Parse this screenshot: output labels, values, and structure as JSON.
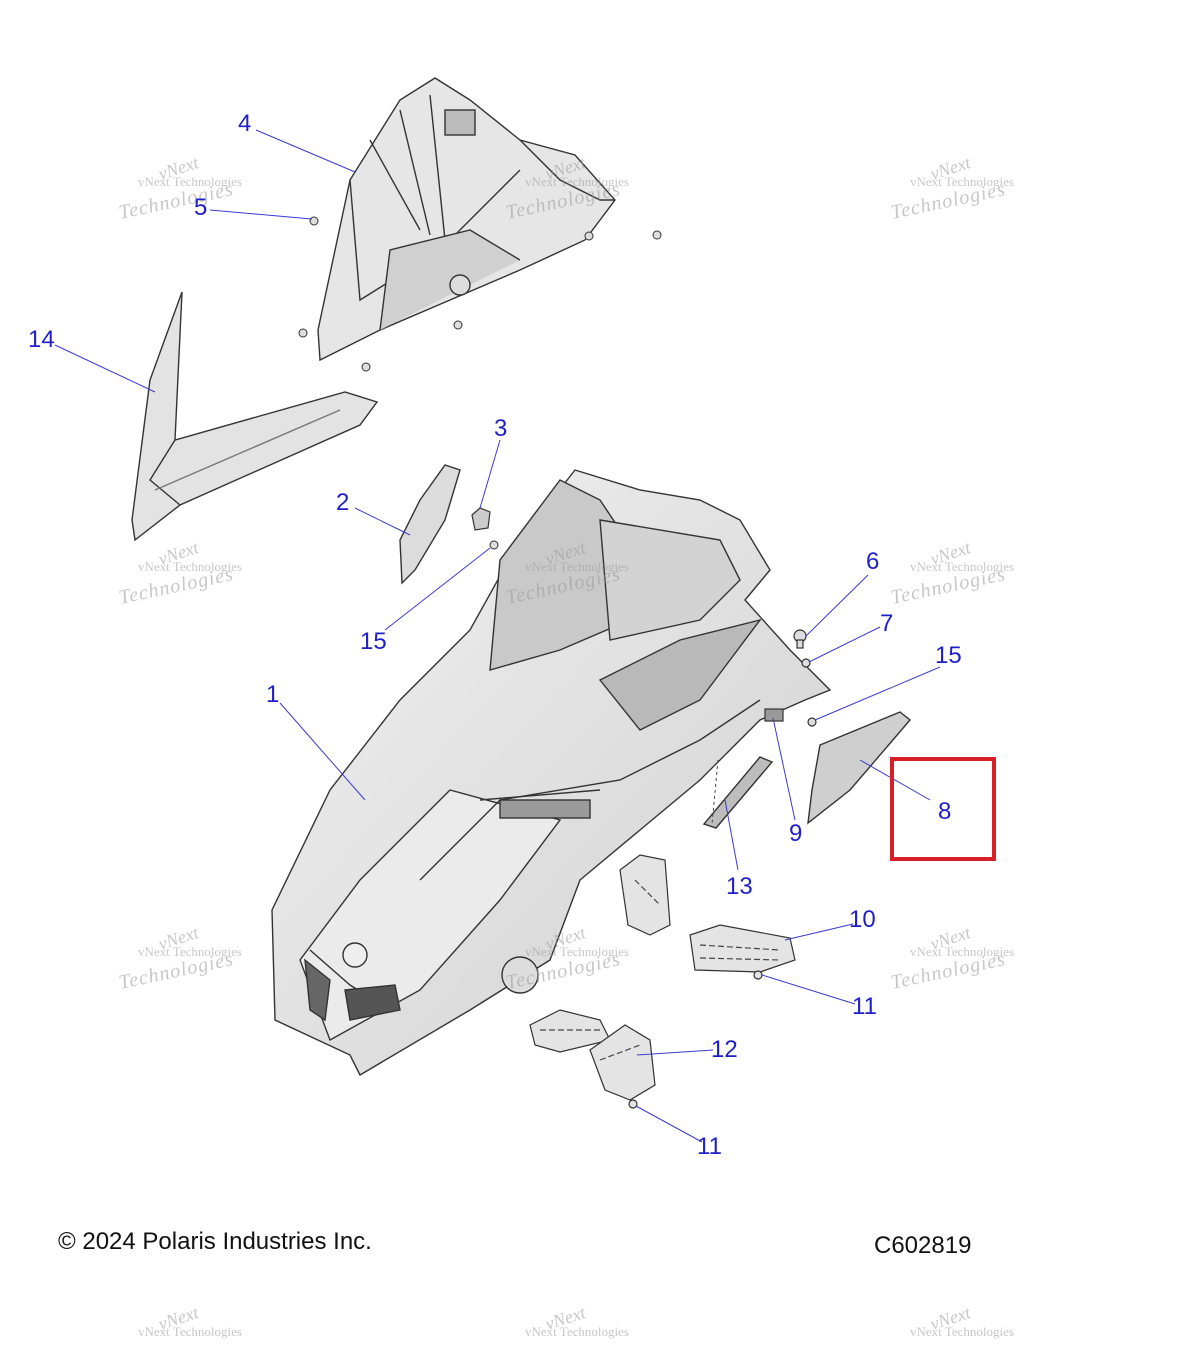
{
  "callouts": {
    "c1": "1",
    "c2": "2",
    "c3": "3",
    "c4": "4",
    "c5": "5",
    "c6": "6",
    "c7": "7",
    "c8": "8",
    "c9": "9",
    "c10": "10",
    "c11a": "11",
    "c11b": "11",
    "c12": "12",
    "c13": "13",
    "c14": "14",
    "c15a": "15",
    "c15b": "15"
  },
  "footer": {
    "copyright": "© 2024 Polaris Industries Inc.",
    "drawing_code": "C602819"
  },
  "watermark": {
    "line1": "vNext",
    "line2": "vNext Technologies",
    "line3": "Technologies"
  },
  "colors": {
    "callout": "#1f1fc8",
    "highlight": "#d61f26",
    "leader": "#3b3bd0"
  },
  "highlighted_callout": "8"
}
